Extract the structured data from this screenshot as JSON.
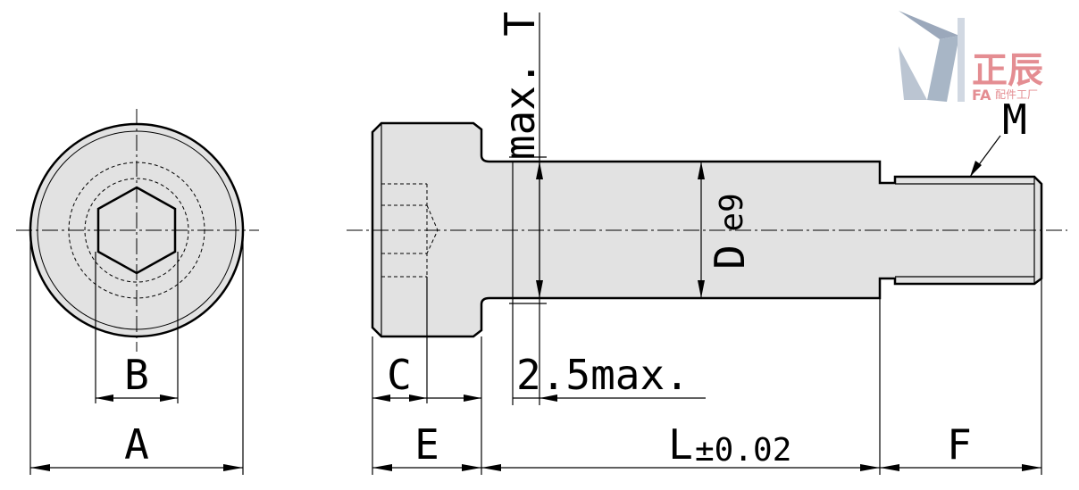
{
  "labels": {
    "A": "A",
    "B": "B",
    "C": "C",
    "E": "E",
    "L": "L",
    "L_tolerance": "±0.02",
    "F": "F",
    "M": "M",
    "D": "D",
    "D_fit": "e9",
    "T": "max. T",
    "relief": "2.5max."
  },
  "watermark": {
    "brand": "正辰",
    "fa": "FA",
    "sub": "配件工厂"
  },
  "colors": {
    "line": "#000000",
    "fill": "#e2e2e2",
    "watermark_text": "#e07a80",
    "watermark_logo": "#8a9ab0"
  }
}
